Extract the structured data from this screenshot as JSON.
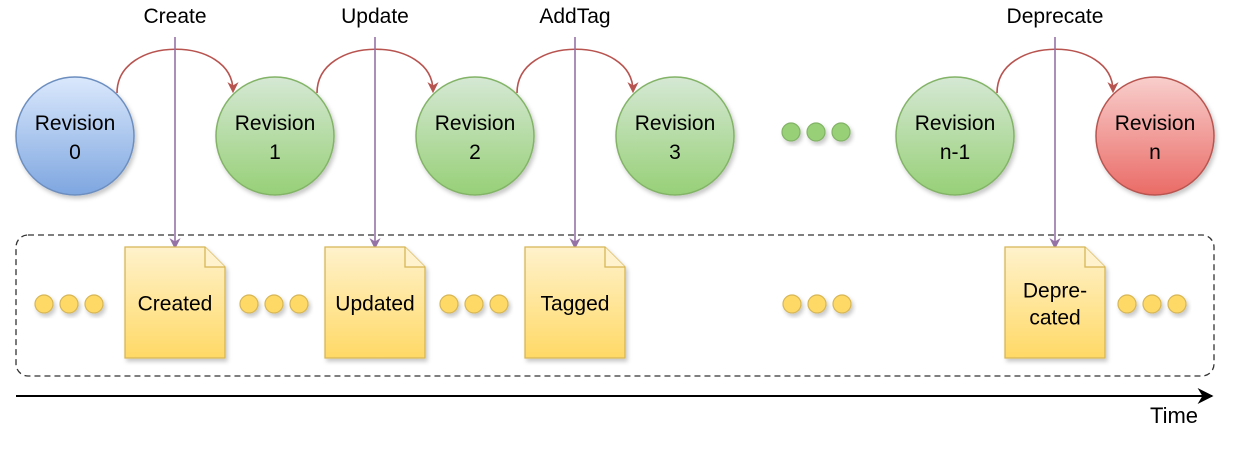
{
  "operations": [
    "Create",
    "Update",
    "AddTag",
    "Deprecate"
  ],
  "revisions": [
    {
      "line1": "Revision",
      "line2": "0",
      "state": "initial"
    },
    {
      "line1": "Revision",
      "line2": "1",
      "state": "active"
    },
    {
      "line1": "Revision",
      "line2": "2",
      "state": "active"
    },
    {
      "line1": "Revision",
      "line2": "3",
      "state": "active"
    },
    {
      "line1": "Revision",
      "line2": "n-1",
      "state": "active"
    },
    {
      "line1": "Revision",
      "line2": "n",
      "state": "deprecated"
    }
  ],
  "events": [
    {
      "lines": [
        "Created"
      ]
    },
    {
      "lines": [
        "Updated"
      ]
    },
    {
      "lines": [
        "Tagged"
      ]
    },
    {
      "lines": [
        "Depre-",
        "cated"
      ]
    }
  ],
  "axis_label": "Time",
  "colors": {
    "initial_fill": "#a9c4eb",
    "initial_stroke": "#6c8ebf",
    "active_fill": "#97d077",
    "active_stroke": "#82b366",
    "deprecated_fill": "#ea6b66",
    "deprecated_stroke": "#b85450",
    "event_fill": "#ffd966",
    "event_stroke": "#d6b656",
    "dot_fill": "#ffd966",
    "dot_stroke": "#d6b656",
    "op_arrow": "#b85450",
    "event_arrow": "#9673a6"
  }
}
